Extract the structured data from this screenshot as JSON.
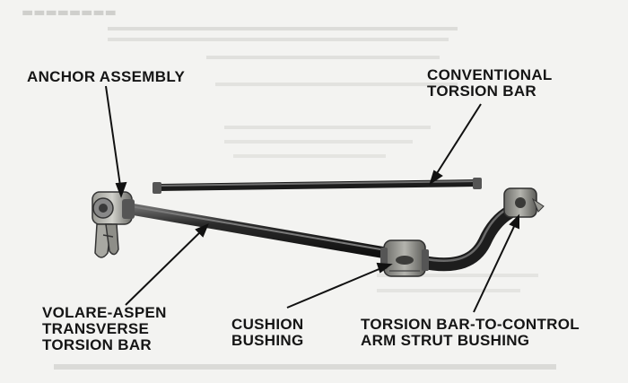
{
  "labels": {
    "anchor_assembly": "ANCHOR ASSEMBLY",
    "conventional_line1": "CONVENTIONAL",
    "conventional_line2": "TORSION BAR",
    "volare_line1": "VOLARE-ASPEN",
    "volare_line2": "TRANSVERSE",
    "volare_line3": "TORSION BAR",
    "cushion_line1": "CUSHION",
    "cushion_line2": "BUSHING",
    "strut_line1": "TORSION BAR-TO-CONTROL",
    "strut_line2": "ARM STRUT BUSHING"
  },
  "colors": {
    "background": "#f3f3f1",
    "label_text": "#151515",
    "bar_metal": "#2a2a2a",
    "bushing": "#8a8a86",
    "ghost_text": "#d2d2cf"
  }
}
